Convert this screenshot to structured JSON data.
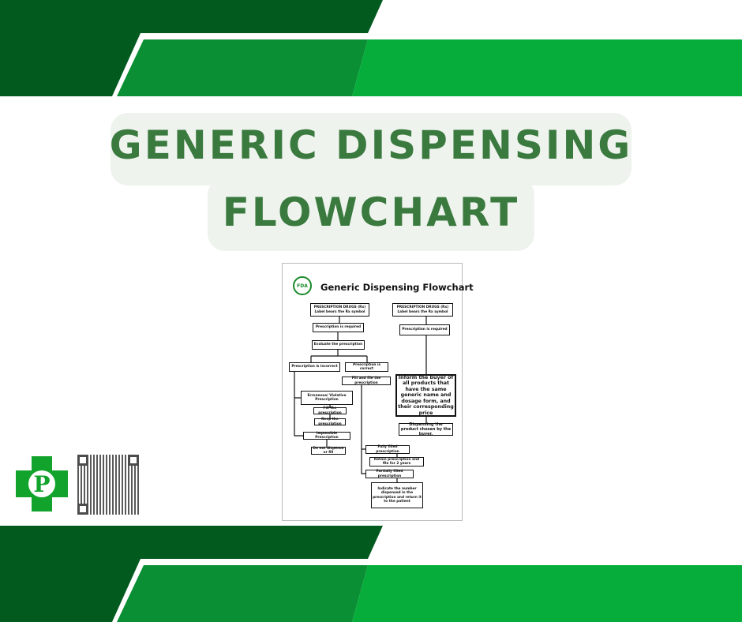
{
  "title": {
    "line1": "GENERIC DISPENSING",
    "line2": "FLOWCHART"
  },
  "colors": {
    "dark_green": "#035a1f",
    "mid_green": "#0a8f35",
    "bright_green": "#06ad3b",
    "title_text": "#3b7a3e",
    "title_bg": "#eef3ee"
  },
  "flowchart": {
    "logo_text": "FDA",
    "title": "Generic Dispensing Flowchart",
    "left": {
      "rx": "PRESCRIPTION DRUGS (Rx) Label bears the Rx symbol",
      "required": "Prescription is required",
      "evaluate": "Evaluate the prescription",
      "incorrect": "Prescription is incorrect",
      "correct": "Prescription is correct",
      "fill_file": "Fill and file the prescription",
      "erroneous": "Erroneous/ Violative Prescription",
      "fill": "Fill the prescription",
      "keep": "Keep the prescription",
      "impossible": "Impossible Prescription",
      "do_not": "Do not dispense or fill",
      "fully": "Fully filled prescription",
      "retain": "Retain prescription and file for 2 years",
      "partially": "Partially filled prescription",
      "indicate": "Indicate the number dispensed in the prescription and return it to the patient"
    },
    "right": {
      "rx": "PRESCRIPTION DRUGS (Rx) Label bears the Rx symbol",
      "required": "Prescription is required",
      "inform": "Inform the buyer of all products that have the same generic name and dosage form, and their corresponding price",
      "dispensing": "Dispensing the product chosen by the buyer."
    }
  },
  "footer": {
    "logo_icon": "pharmacy-cross-p-icon",
    "qr_icon": "qr-code-icon"
  }
}
